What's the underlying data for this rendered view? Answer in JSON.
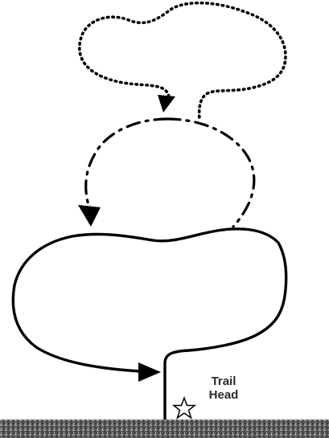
{
  "labels": {
    "trail": "Trail",
    "head": "Head"
  },
  "icons": {
    "start": "star-icon"
  },
  "legend_styles": {
    "solid_loop": "solid",
    "middle_loop": "dash-dot",
    "top_loop": "dotted"
  },
  "colors": {
    "stroke": "#000000",
    "ground": "#6e6e6e",
    "background": "#ffffff"
  }
}
